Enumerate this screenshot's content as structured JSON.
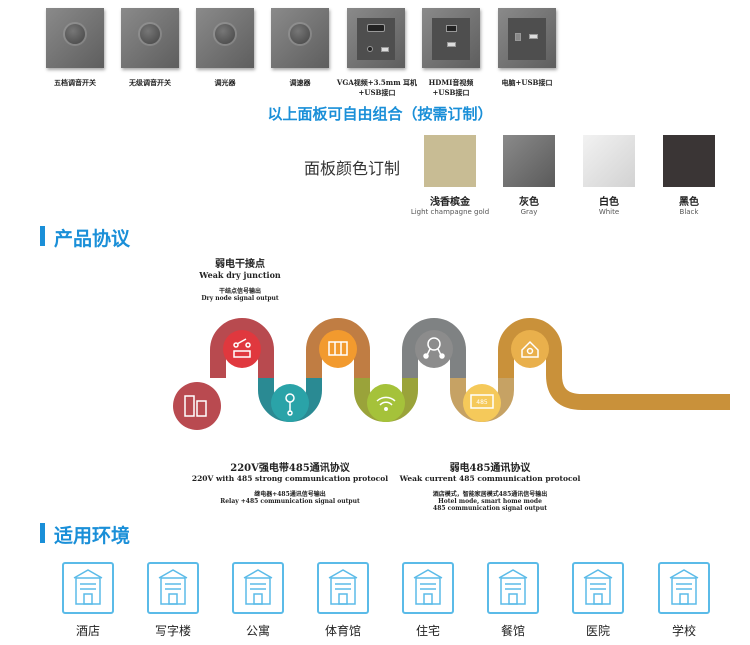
{
  "panels": [
    {
      "label": "五档调音开关",
      "type": "knob"
    },
    {
      "label": "无级调音开关",
      "type": "knob"
    },
    {
      "label": "调光器",
      "type": "knob"
    },
    {
      "label": "调速器",
      "type": "knob"
    },
    {
      "label": "VGA视频+3.5mm 耳机+USB接口",
      "type": "vga"
    },
    {
      "label": "HDMI音视频 +USB接口",
      "type": "hdmi"
    },
    {
      "label": "电脑+USB接口",
      "type": "pc"
    }
  ],
  "combine_note": "以上面板可自由组合（按需订制）",
  "color_custom": {
    "title": "面板颜色订制",
    "swatches": [
      {
        "cn": "浅香槟金",
        "en": "Light champagne gold",
        "color": "#c8bc94"
      },
      {
        "cn": "灰色",
        "en": "Gray",
        "color": "#6d6d6d"
      },
      {
        "cn": "白色",
        "en": "White",
        "color": "#e4e4e4"
      },
      {
        "cn": "黑色",
        "en": "Black",
        "color": "#3a3535"
      }
    ]
  },
  "protocol": {
    "heading": "产品协议",
    "dry": {
      "cn": "弱电干接点",
      "en": "Weak dry junction",
      "sub_cn": "干结点信号输出",
      "sub_en": "Dry node signal output"
    },
    "strong": {
      "cn": "220V强电带485通讯协议",
      "en": "220V with 485 strong communication protocol",
      "sub_cn": "继电器+485通讯信号输出",
      "sub_en": "Relay +485 communication signal output"
    },
    "weak": {
      "cn": "弱电485通讯协议",
      "en": "Weak current 485 communication protocol",
      "sub_cn": "酒店模式，智能家居模式485通讯信号输出",
      "sub_en1": "Hotel mode, smart home mode",
      "sub_en2": "485 communication signal output"
    },
    "badge_485": "485"
  },
  "environment": {
    "heading": "适用环境",
    "items": [
      {
        "label": "酒店",
        "icon": "hotel-icon"
      },
      {
        "label": "写字楼",
        "icon": "office-building-icon"
      },
      {
        "label": "公寓",
        "icon": "apartment-icon"
      },
      {
        "label": "体育馆",
        "icon": "stadium-icon"
      },
      {
        "label": "住宅",
        "icon": "house-icon"
      },
      {
        "label": "餐馆",
        "icon": "restaurant-icon"
      },
      {
        "label": "医院",
        "icon": "hospital-icon"
      },
      {
        "label": "学校",
        "icon": "school-icon"
      }
    ]
  }
}
